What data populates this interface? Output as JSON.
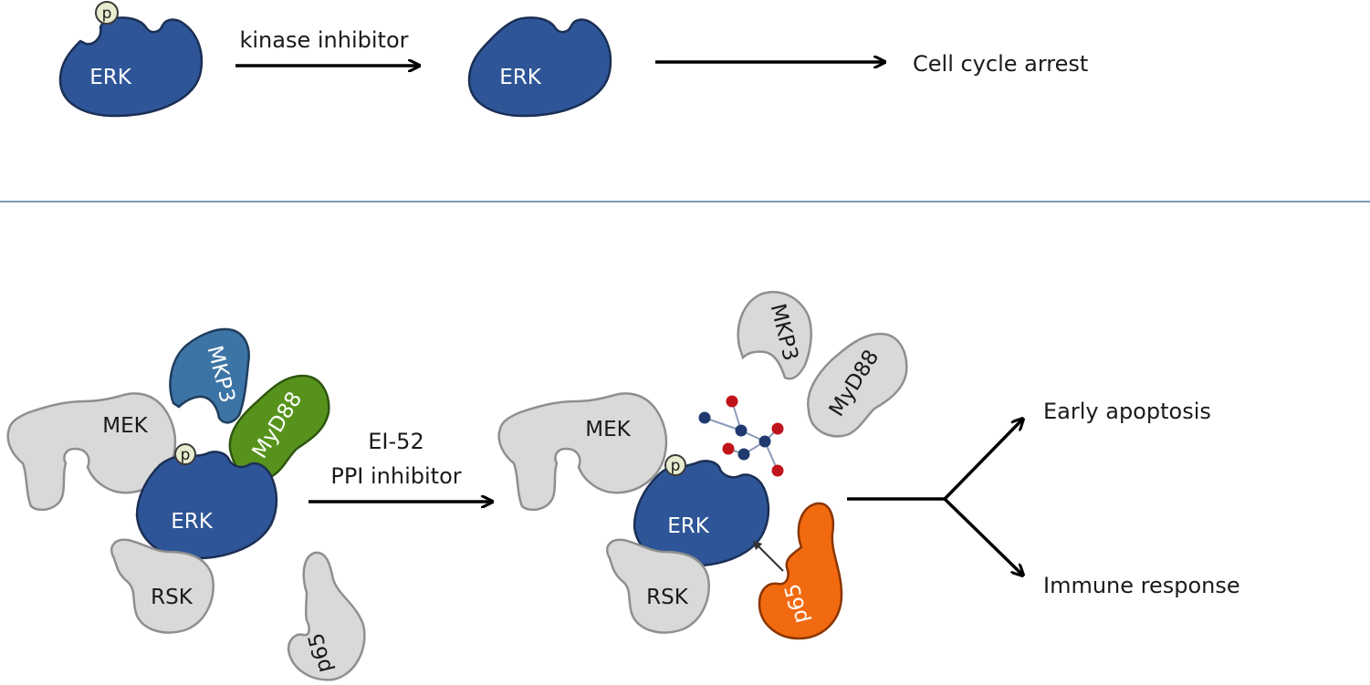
{
  "top_panel": {
    "erk_left_label": "ERK",
    "phospho_label": "p",
    "arrow1_label": "kinase inhibitor",
    "erk_right_label": "ERK",
    "outcome_label": "Cell cycle arrest"
  },
  "bottom_left": {
    "mek_label": "MEK",
    "mkp3_label": "MKP3",
    "myd88_label": "MyD88",
    "phospho_label": "p",
    "erk_label": "ERK",
    "rsk_label": "RSK",
    "p65_label": "p65"
  },
  "middle_arrow": {
    "line1": "EI-52",
    "line2": "PPI inhibitor"
  },
  "bottom_right": {
    "mek_label": "MEK",
    "mkp3_label": "MKP3",
    "myd88_label": "MyD88",
    "phospho_label": "p",
    "erk_label": "ERK",
    "rsk_label": "RSK",
    "p65_label": "p65"
  },
  "outcomes": {
    "upper": "Early apoptosis",
    "lower": "Immune response"
  },
  "colors": {
    "erk": "#2e5597",
    "inactive_protein": "#d9d9d9",
    "mkp3": "#3d74a6",
    "myd88": "#57931c",
    "p65_active": "#f26a0f",
    "phosphate": "#e6eccf",
    "inhibitor_node_red": "#c0141c",
    "inhibitor_node_blue": "#1f3a6e",
    "divider": "#2c5a8c"
  }
}
